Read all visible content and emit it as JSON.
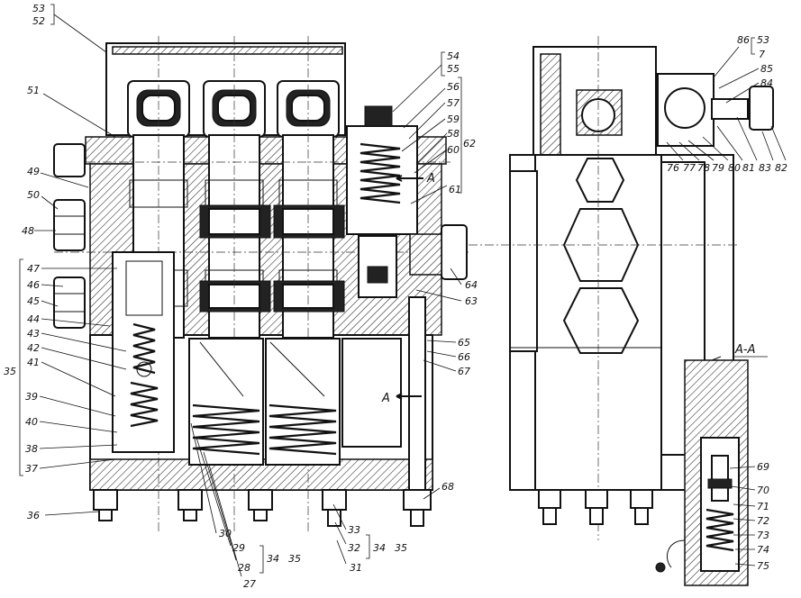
{
  "labels": {
    "l53a": "53",
    "l52": "52",
    "l51": "51",
    "l49": "49",
    "l50": "50",
    "l48": "48",
    "l47": "47",
    "l46": "46",
    "l45": "45",
    "l44": "44",
    "l43": "43",
    "l42": "42",
    "l41": "41",
    "l35left": "35",
    "l39": "39",
    "l40": "40",
    "l38": "38",
    "l37": "37",
    "l36": "36",
    "l30": "30",
    "l29": "29",
    "l28": "28",
    "l27": "27",
    "l34a": "34",
    "l35a": "35",
    "l33": "33",
    "l32": "32",
    "l31": "31",
    "l34b": "34",
    "l35b": "35",
    "l68": "68",
    "l54": "54",
    "l55": "55",
    "l56": "56",
    "l57": "57",
    "l59": "59",
    "l58": "58",
    "l60": "60",
    "l62": "62",
    "l61": "61",
    "lA1": "A",
    "lA2": "A",
    "l64": "64",
    "l63": "63",
    "l65": "65",
    "l66": "66",
    "l67": "67",
    "l86": "86",
    "l53b": "53",
    "l7": "7",
    "l85": "85",
    "l84": "84",
    "l76": "76",
    "l77": "77",
    "l78": "78",
    "l79": "79",
    "l80": "80",
    "l81": "81",
    "l83": "83",
    "l82": "82",
    "sectionAA": "A-A",
    "l69": "69",
    "l70": "70",
    "l71": "71",
    "l72": "72",
    "l73": "73",
    "l74": "74",
    "l75": "75"
  }
}
